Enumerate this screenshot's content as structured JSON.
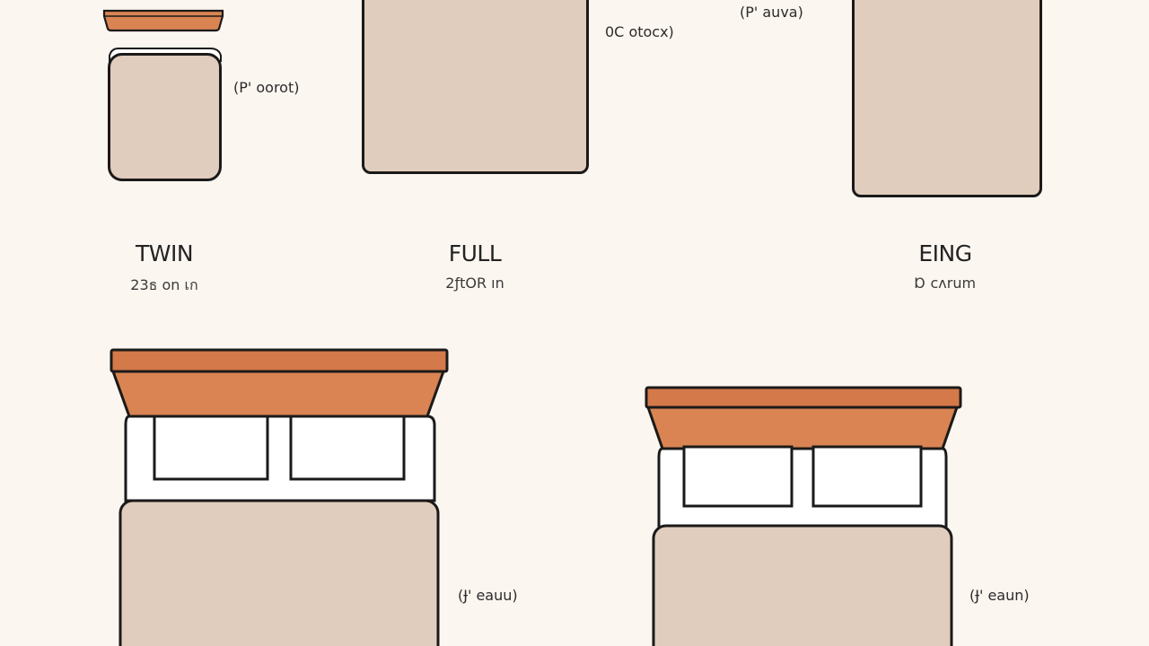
{
  "colors": {
    "background": "#fcf6f0",
    "mattress_fill": "#e1cdbd",
    "headboard_fill": "#d98452",
    "headboard_top": "#d4794a",
    "outline": "#1b1a1a",
    "pillow_fill": "#ffffff"
  },
  "beds": {
    "twin": {
      "name": "TWIN",
      "size": "23ธ on เก",
      "note": "(P' oorot)"
    },
    "full": {
      "name": "FULL",
      "size": "2ƒtOR ın",
      "note": "0Ⅽ otocx)"
    },
    "king": {
      "name": "EING",
      "size": "Ɒ cʌrum",
      "note": "(P' auva)"
    }
  },
  "bottom_beds": {
    "left": {
      "note": "(Ɉ' eauu)"
    },
    "right": {
      "note": "(Ɉ' eaun)"
    }
  },
  "icons": [
    "headboard-icon",
    "pillow-icon",
    "mattress-icon"
  ]
}
